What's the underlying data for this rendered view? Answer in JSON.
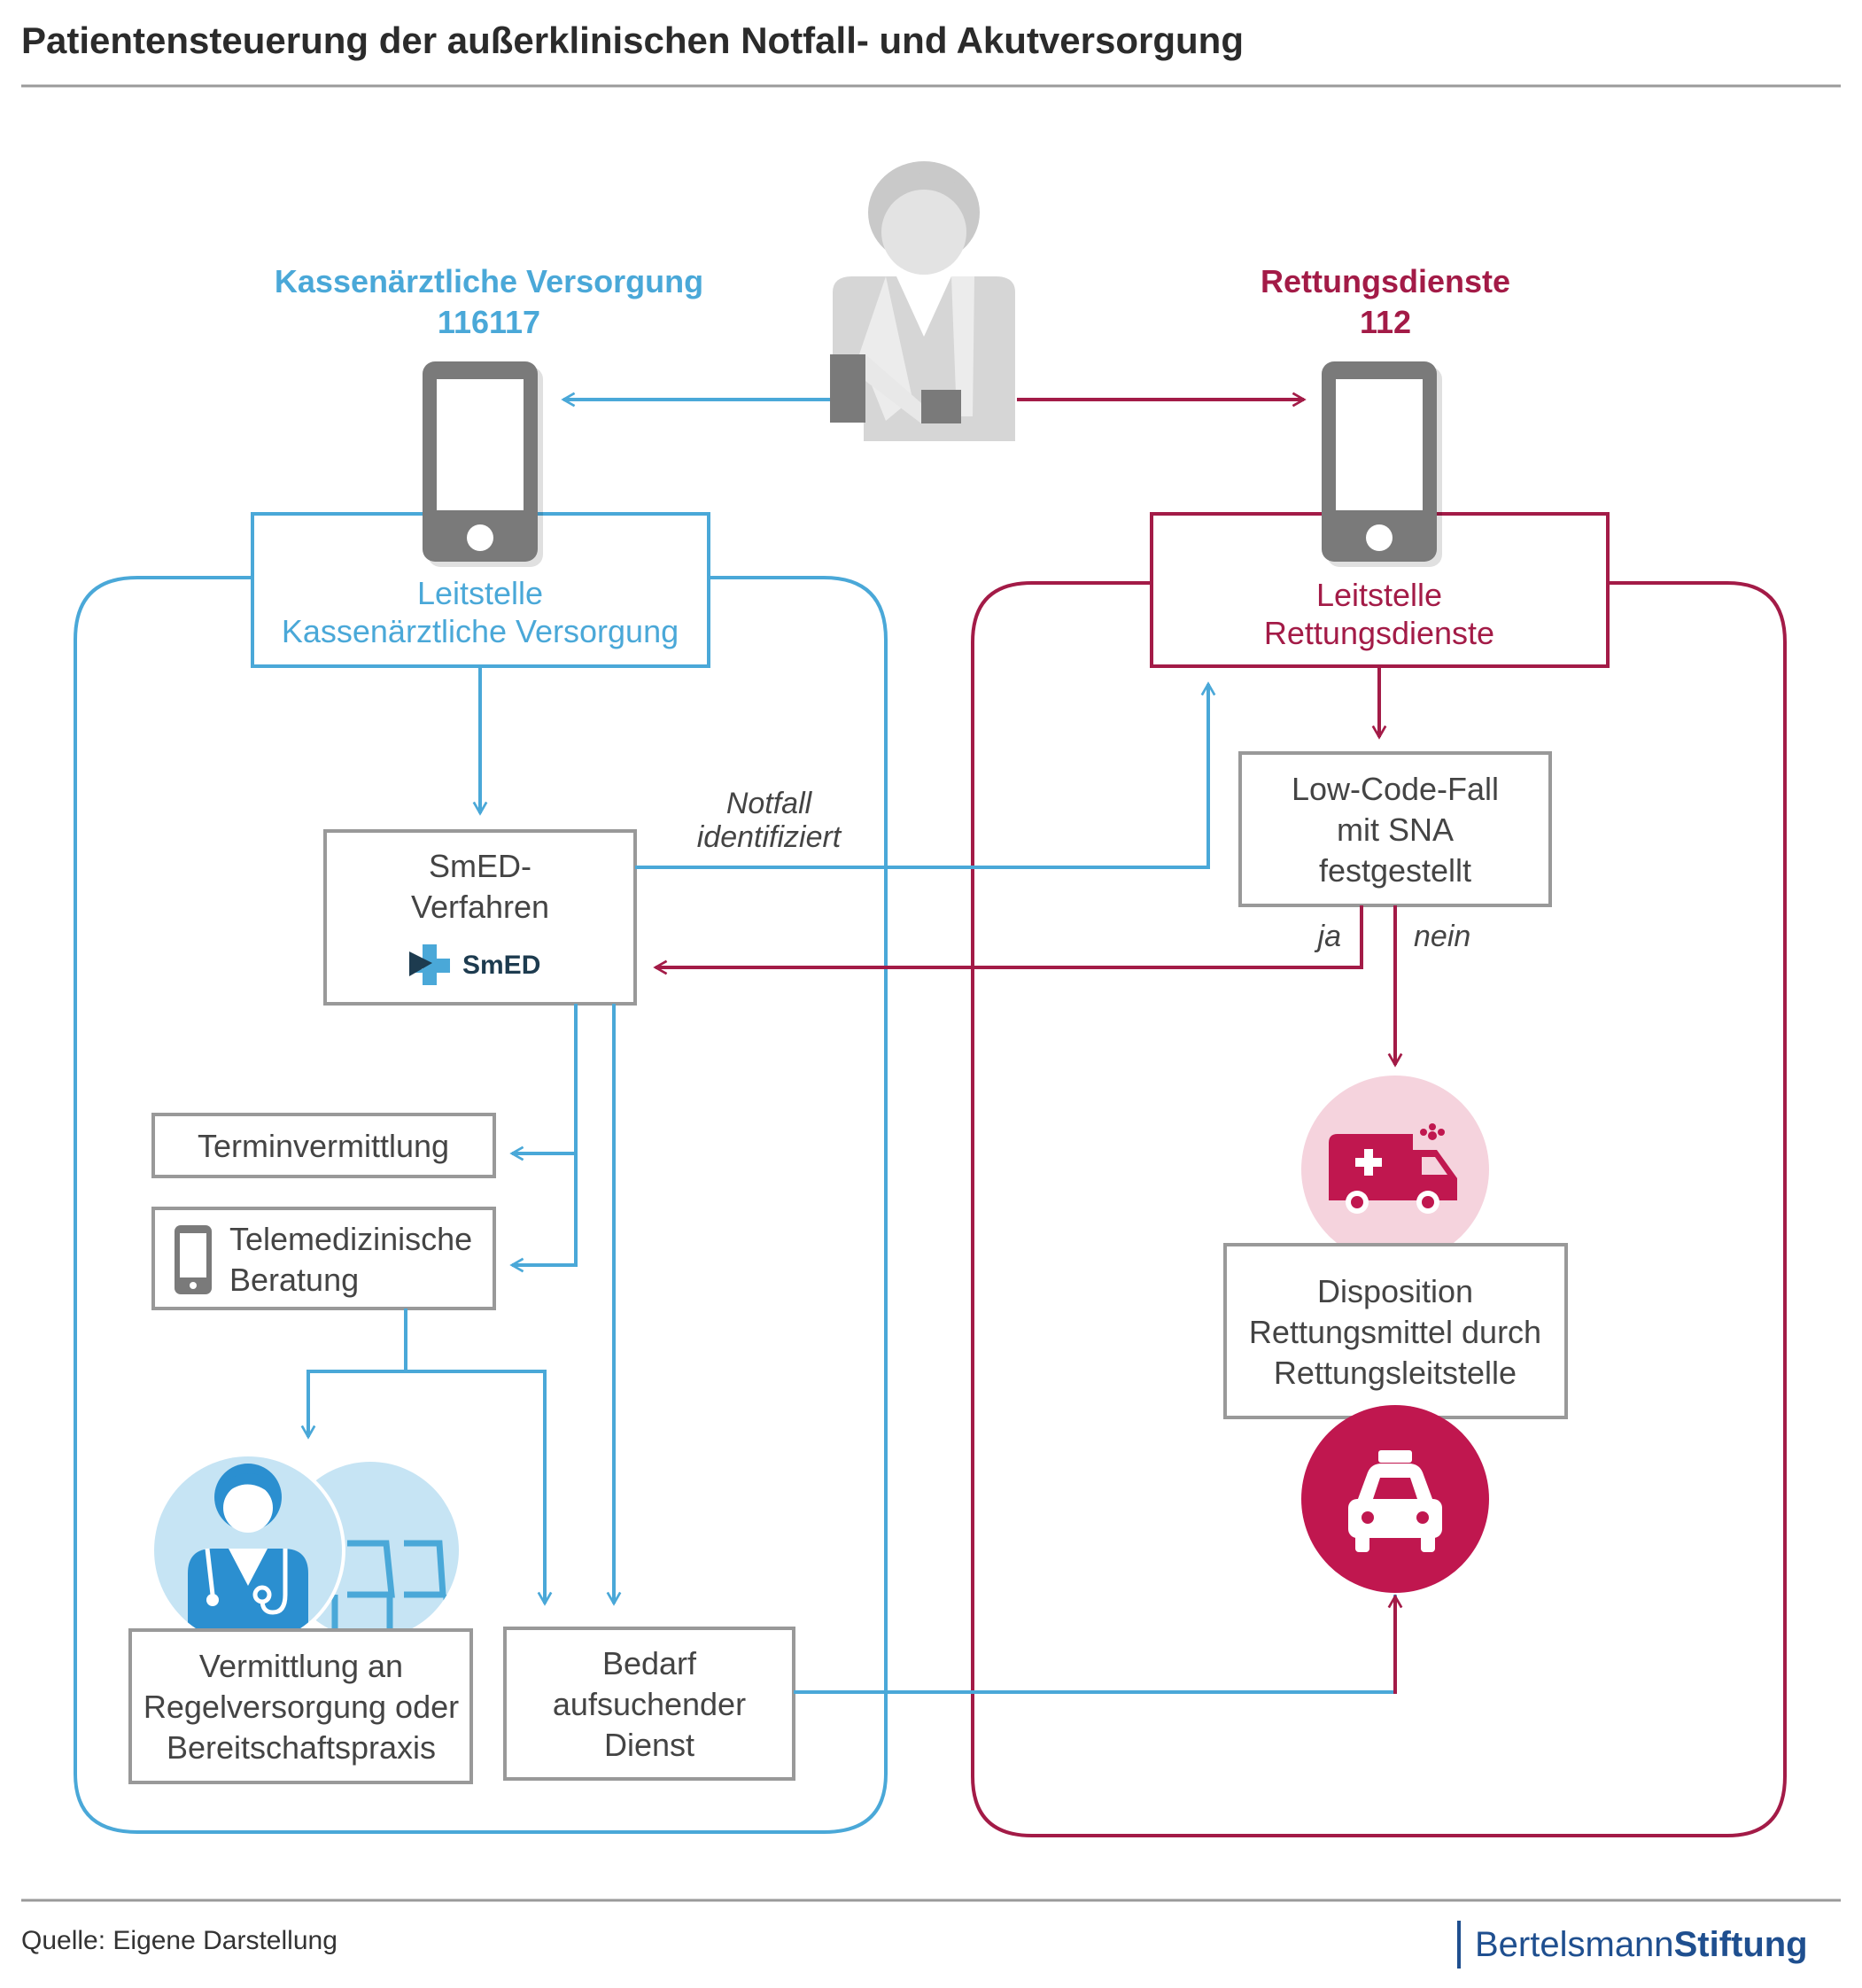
{
  "title": "Patientensteuerung der außerklinischen Notfall- und Akutversorgung",
  "colors": {
    "blue": "#4aa8d8",
    "red": "#a31b47",
    "red_bright": "#c0174f",
    "pink_light": "#f5d3dd",
    "blue_light": "#c6e4f4",
    "grey_box": "#999999",
    "phone_grey": "#7a7a7a",
    "person_grey": "#d9d9d9",
    "text": "#333333"
  },
  "left_column": {
    "heading": "Kassenärztliche Versorgung",
    "number": "116117",
    "leitstelle_line1": "Leitstelle",
    "leitstelle_line2": "Kassenärztliche Versorgung",
    "smed_line1": "SmED-",
    "smed_line2": "Verfahren",
    "smed_logo_text": "SmED",
    "notfall_line1": "Notfall",
    "notfall_line2": "identifiziert",
    "terminvermittlung": "Terminvermittlung",
    "telemed_line1": "Telemedizinische",
    "telemed_line2": "Beratung",
    "vermittlung_line1": "Vermittlung an",
    "vermittlung_line2": "Regelversorgung oder",
    "vermittlung_line3": "Bereitschaftspraxis",
    "bedarf_line1": "Bedarf",
    "bedarf_line2": "aufsuchender",
    "bedarf_line3": "Dienst"
  },
  "right_column": {
    "heading": "Rettungsdienste",
    "number": "112",
    "leitstelle_line1": "Leitstelle",
    "leitstelle_line2": "Rettungsdienste",
    "lowcode_line1": "Low-Code-Fall",
    "lowcode_line2": "mit SNA",
    "lowcode_line3": "festgestellt",
    "ja": "ja",
    "nein": "nein",
    "dispo_line1": "Disposition",
    "dispo_line2": "Rettungsmittel durch",
    "dispo_line3": "Rettungsleitstelle"
  },
  "icons": {
    "patient": "patient-icon",
    "phone": "phone-icon",
    "ambulance": "ambulance-icon",
    "taxi": "taxi-icon",
    "doctor": "doctor-icon",
    "waiting_chairs": "waiting-room-icon"
  },
  "footer": {
    "source": "Quelle: Eigene Darstellung",
    "brand_part1": "Bertelsmann",
    "brand_part2": "Stiftung"
  }
}
